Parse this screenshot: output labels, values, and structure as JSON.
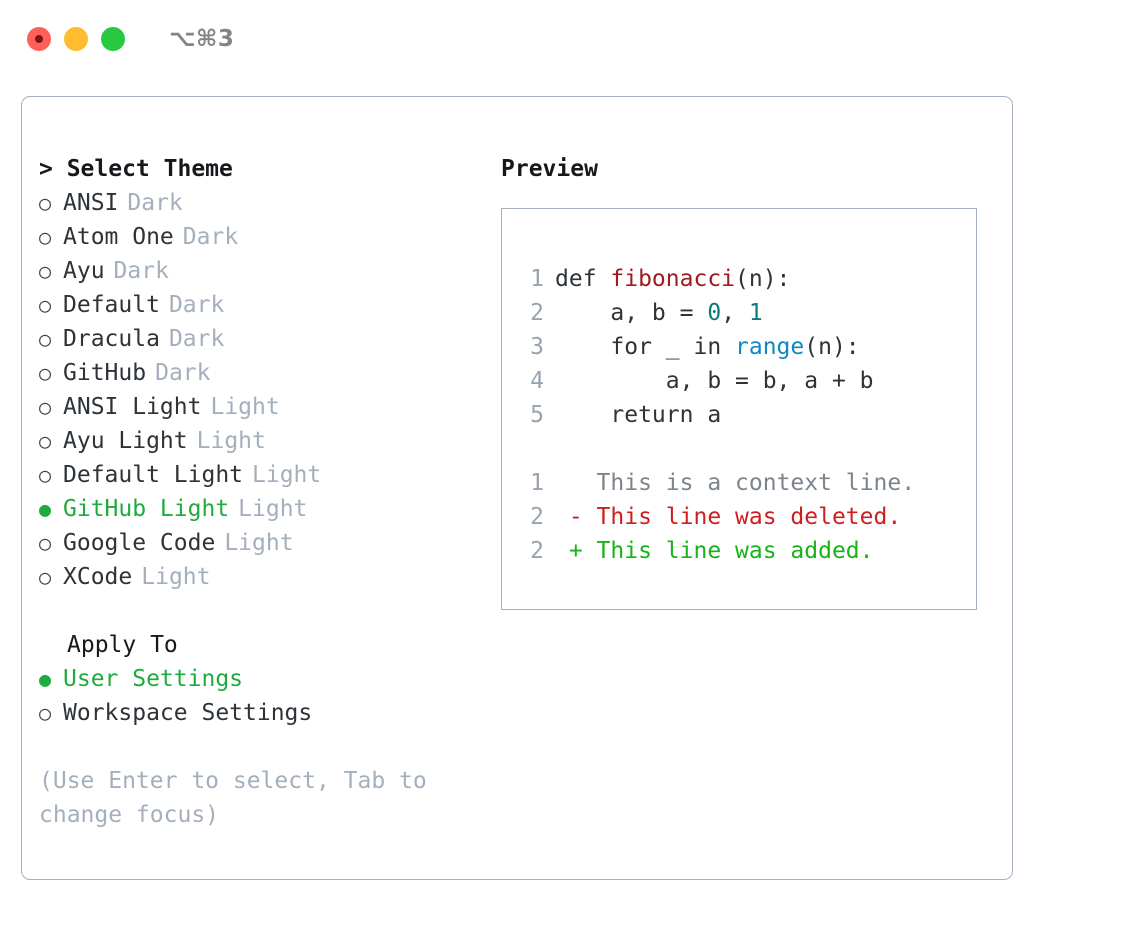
{
  "titlebar": {
    "shortcut": "⌥⌘3",
    "lights": [
      "close",
      "minimize",
      "maximize"
    ],
    "colors": {
      "close": "#ff5f57",
      "minimize": "#febc2e",
      "maximize": "#28c840"
    }
  },
  "theme_picker": {
    "heading": "> Select Theme",
    "caret": ">",
    "heading_text": "Select Theme",
    "bullet_selected": "●",
    "bullet_unselected": "○",
    "options": [
      {
        "label": "ANSI",
        "kind": "Dark",
        "selected": false
      },
      {
        "label": "Atom One",
        "kind": "Dark",
        "selected": false
      },
      {
        "label": "Ayu",
        "kind": "Dark",
        "selected": false
      },
      {
        "label": "Default",
        "kind": "Dark",
        "selected": false
      },
      {
        "label": "Dracula",
        "kind": "Dark",
        "selected": false
      },
      {
        "label": "GitHub",
        "kind": "Dark",
        "selected": false
      },
      {
        "label": "ANSI Light",
        "kind": "Light",
        "selected": false
      },
      {
        "label": "Ayu Light",
        "kind": "Light",
        "selected": false
      },
      {
        "label": "Default Light",
        "kind": "Light",
        "selected": false
      },
      {
        "label": "GitHub Light",
        "kind": "Light",
        "selected": true
      },
      {
        "label": "Google Code",
        "kind": "Light",
        "selected": false
      },
      {
        "label": "XCode",
        "kind": "Light",
        "selected": false
      }
    ]
  },
  "apply_to": {
    "heading": "Apply To",
    "options": [
      {
        "label": "User Settings",
        "selected": true
      },
      {
        "label": "Workspace Settings",
        "selected": false
      }
    ]
  },
  "hint": "(Use Enter to select, Tab to change focus)",
  "preview": {
    "title": "Preview",
    "code_lines": [
      {
        "no": "1",
        "segments": [
          {
            "text": "def ",
            "tok": "plain"
          },
          {
            "text": "fibonacci",
            "tok": "func"
          },
          {
            "text": "(n):",
            "tok": "plain"
          }
        ]
      },
      {
        "no": "2",
        "segments": [
          {
            "text": "    a, b = ",
            "tok": "plain"
          },
          {
            "text": "0",
            "tok": "num"
          },
          {
            "text": ", ",
            "tok": "plain"
          },
          {
            "text": "1",
            "tok": "num"
          }
        ]
      },
      {
        "no": "3",
        "segments": [
          {
            "text": "    for _ in ",
            "tok": "plain"
          },
          {
            "text": "range",
            "tok": "call"
          },
          {
            "text": "(n):",
            "tok": "plain"
          }
        ]
      },
      {
        "no": "4",
        "segments": [
          {
            "text": "        a, b = b, a + b",
            "tok": "plain"
          }
        ]
      },
      {
        "no": "5",
        "segments": [
          {
            "text": "    return a",
            "tok": "plain"
          }
        ]
      }
    ],
    "diff_lines": [
      {
        "no": "1",
        "marker": " ",
        "text": " This is a context line.",
        "type": "context"
      },
      {
        "no": "2",
        "marker": "-",
        "text": " This line was deleted.",
        "type": "deleted"
      },
      {
        "no": "2",
        "marker": "+",
        "text": " This line was added.",
        "type": "added"
      }
    ]
  },
  "colors": {
    "accent_green": "#1fab3e",
    "muted": "#a4afbd",
    "border": "#a7b0bf",
    "text": "#2e3338",
    "syntax_function": "#9e1c20",
    "syntax_number": "#0b7a78",
    "syntax_call": "#1087c0",
    "diff_deleted": "#cc1f1f",
    "diff_added": "#17b317",
    "diff_context": "#7c848d"
  }
}
